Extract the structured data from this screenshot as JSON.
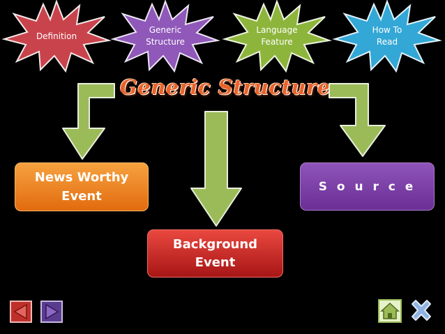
{
  "nav": {
    "definition": "Definition",
    "generic_structure": "Generic\nStructure",
    "language_feature": "Language\nFeature",
    "how_to_read": "How To\nRead"
  },
  "slide": {
    "title": "Generic Structure"
  },
  "boxes": {
    "news_worthy_event": "News Worthy\nEvent",
    "background_event": "Background\nEvent",
    "source": "S o u r c e"
  },
  "controls": {
    "prev_icon": "triangle-left-icon",
    "next_icon": "triangle-right-icon",
    "home_icon": "home-icon",
    "close_icon": "close-icon"
  },
  "colors": {
    "definition": "#c9434c",
    "generic_structure": "#8f58b9",
    "language_feature": "#8db53c",
    "how_to_read": "#33a7d6",
    "title": "#e9622a",
    "arrow": "#9bbb59",
    "news_box": "#ef8a1c",
    "background_box": "#c9231f",
    "source_box": "#7b3fa5"
  }
}
